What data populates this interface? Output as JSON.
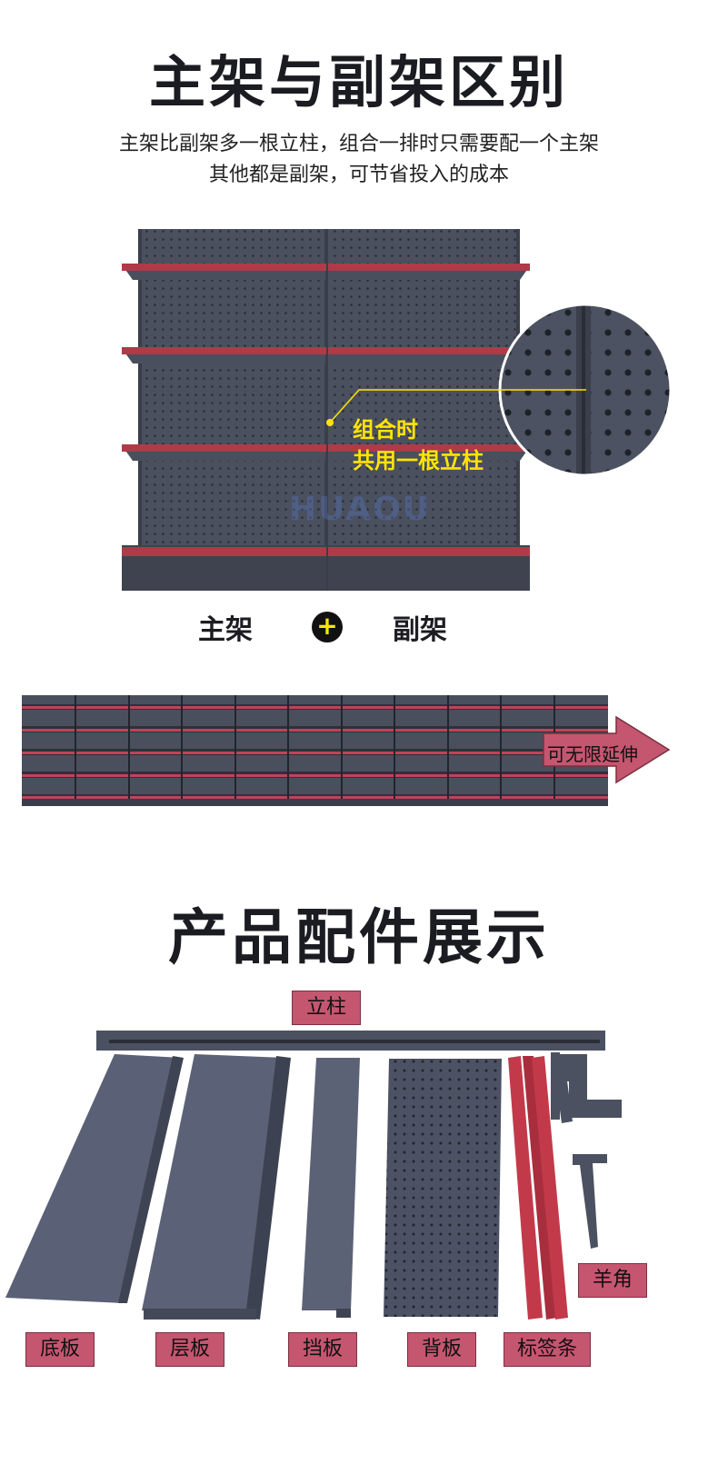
{
  "section1": {
    "title": "主架与副架区别",
    "line1": "主架比副架多一根立柱，组合一排时只需要配一个主架",
    "line2": "其他都是副架，可节省投入的成本",
    "callout_line1": "组合时",
    "callout_line2": "共用一根立柱",
    "watermark": "HUAOU",
    "label_main": "主架",
    "plus_symbol": "+",
    "label_sub": "副架",
    "arrow_text": "可无限延伸"
  },
  "section2": {
    "title": "产品配件展示",
    "tags": {
      "column": "立柱",
      "bottom_board": "底板",
      "layer_board": "层板",
      "baffle": "挡板",
      "back_board": "背板",
      "label_strip": "标签条",
      "bracket": "羊角"
    }
  },
  "colors": {
    "shelf_gray": "#4a4f5e",
    "shelf_red": "#b03a48",
    "tag_pink": "#c55670",
    "callout_yellow": "#ffe500"
  }
}
